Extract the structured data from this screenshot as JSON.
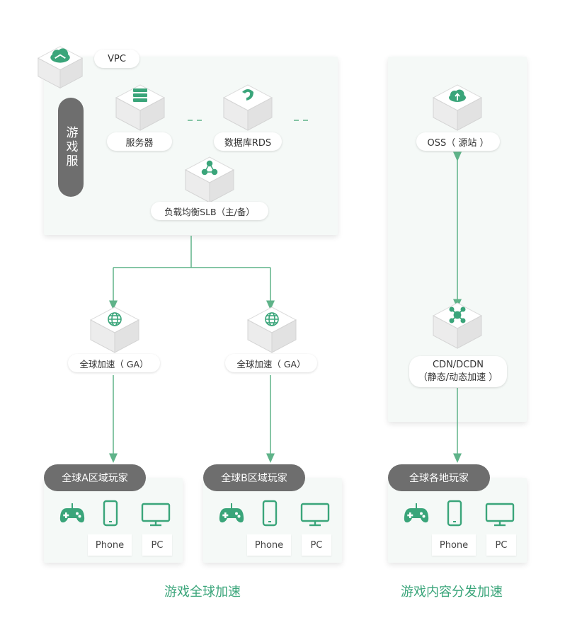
{
  "vpc": {
    "label": "VPC",
    "side_label": "游戏服"
  },
  "nodes": {
    "server": "服务器",
    "rds": "数据库RDS",
    "slb": "负载均衡SLB（主/备）",
    "ga_left": "全球加速（ GA）",
    "ga_right": "全球加速（ GA）",
    "oss": "OSS（ 源站 ）",
    "cdn_line1": "CDN/DCDN",
    "cdn_line2": "（静态/动态加速 ）"
  },
  "regions": {
    "a": {
      "title": "全球A区域玩家",
      "phone": "Phone",
      "pc": "PC"
    },
    "b": {
      "title": "全球B区域玩家",
      "phone": "Phone",
      "pc": "PC"
    },
    "c": {
      "title": "全球各地玩家",
      "phone": "Phone",
      "pc": "PC"
    }
  },
  "footer": {
    "left": "游戏全球加速",
    "right": "游戏内容分发加速"
  },
  "colors": {
    "accent": "#3aa57a",
    "line": "#5fb389",
    "pill": "#6e6e6e",
    "panel": "#f5f9f7"
  }
}
